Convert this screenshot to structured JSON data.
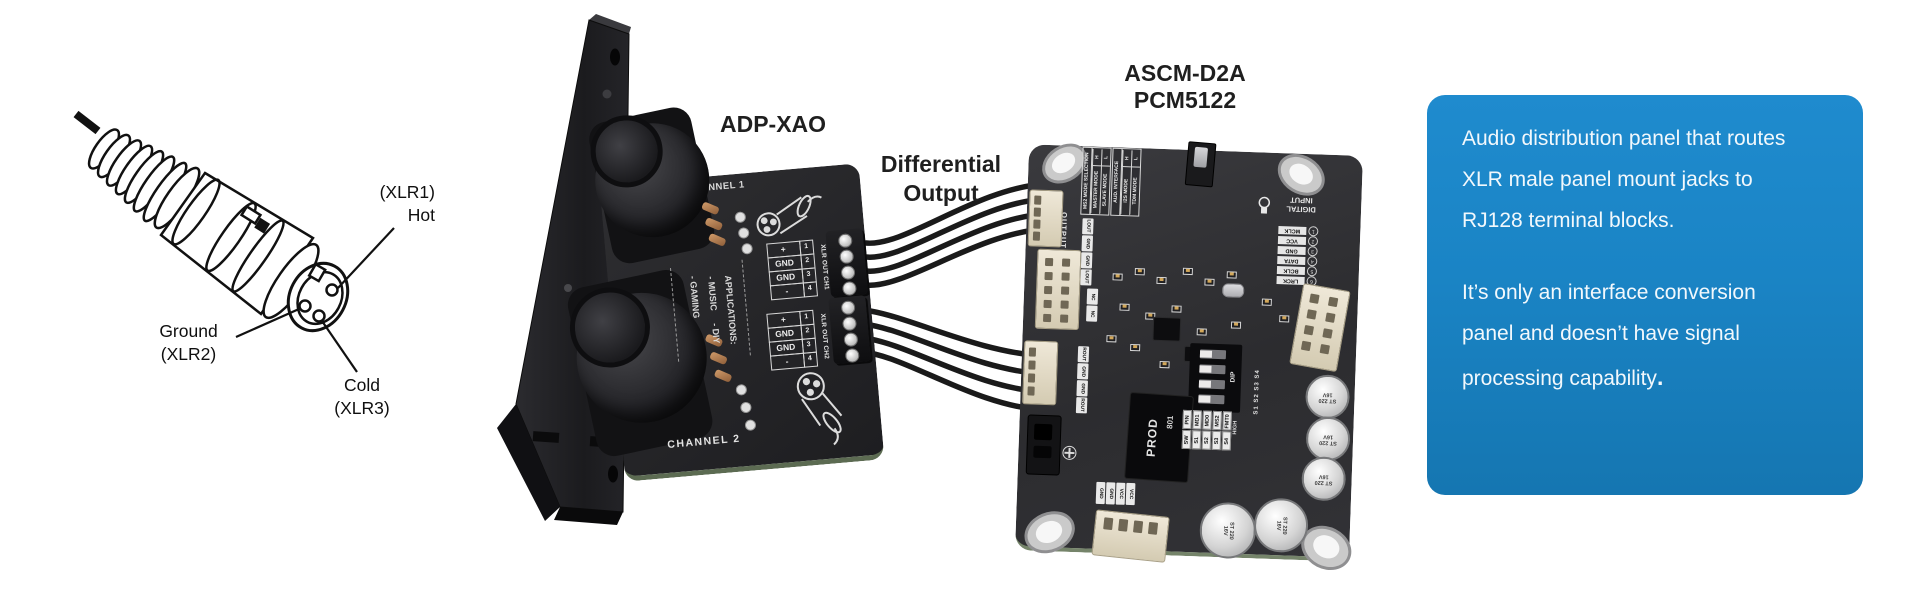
{
  "xlr_diagram": {
    "pin1_label_line1": "(XLR1)",
    "pin1_label_line2": "Hot",
    "pin2_label_line1": "Ground",
    "pin2_label_line2": "(XLR2)",
    "pin3_label_line1": "Cold",
    "pin3_label_line2": "(XLR3)"
  },
  "panel": {
    "title": "ADP-XAO",
    "channel1_label": "CHANNEL 1",
    "channel2_label": "CHANNEL 2",
    "applications_title": "APPLICATIONS:",
    "application_music": "- MUSIC",
    "application_gaming": "- GAMING",
    "application_diy": "- DIY",
    "terminal_ch1": {
      "pins": [
        "+",
        "GND",
        "GND",
        "-"
      ],
      "numbers": [
        "1",
        "2",
        "3",
        "4"
      ],
      "label": "XLR OUT CH1"
    },
    "terminal_ch2": {
      "pins": [
        "+",
        "GND",
        "GND",
        "-"
      ],
      "numbers": [
        "1",
        "2",
        "3",
        "4"
      ],
      "label": "XLR OUT CH2"
    }
  },
  "connection": {
    "label_line1": "Differential",
    "label_line2": "Output"
  },
  "board": {
    "title_line1": "ASCM-D2A",
    "title_line2": "PCM5122",
    "output_label": "OUTPUT",
    "mode_table_1": {
      "header": "MS2 MODE SELECTION",
      "row1_label": "MASTER MODE",
      "row1_value": "H",
      "row2_label": "SLAVE MODE",
      "row2_value": "L"
    },
    "mode_table_2": {
      "header": "AUD. INTERFACE",
      "row1_label": "I2S MODE",
      "row1_value": "H",
      "row2_label": "TDM MODE",
      "row2_value": "L"
    },
    "left_pins_top": [
      "LOUT",
      "GND",
      "GND",
      "LOUT"
    ],
    "left_pins_mid": [
      "NC",
      "NC"
    ],
    "left_pins_bottom": [
      "ROUT",
      "GND",
      "GND",
      "ROUT"
    ],
    "digital_input_line1": "DIGITAL",
    "digital_input_line2": "INPUT",
    "digital_pins": [
      [
        "1",
        "MCLK"
      ],
      [
        "2",
        "VCC"
      ],
      [
        "3",
        "GND"
      ],
      [
        "4",
        "DATA"
      ],
      [
        "5",
        "BCLK"
      ],
      [
        "6",
        "LRCK"
      ]
    ],
    "capacitor_label": "ST 220 16V",
    "prod_label": "PROD",
    "prod_number": "801",
    "sw_pin_table": {
      "rows": [
        [
          "SW",
          "PIN"
        ],
        [
          "S1",
          "MD1"
        ],
        [
          "S2",
          "MD0"
        ],
        [
          "S3",
          "MS2"
        ],
        [
          "S4",
          "FMT0"
        ]
      ]
    },
    "dip_label": "DIP",
    "dip_switch_labels": "S1 S2 S3 S4",
    "high_label": "HIGH",
    "bottom_pins": [
      "GND",
      "GND",
      "VCC",
      "VCC"
    ]
  },
  "infobox": {
    "paragraph1": "Audio distribution panel that routes XLR male panel mount jacks to RJ128 terminal blocks.",
    "paragraph2": "It’s only an interface conversion panel and doesn’t have signal processing capability",
    "paragraph2_period": ".",
    "background_color": "#1a84c5",
    "text_color": "#ffffff"
  }
}
